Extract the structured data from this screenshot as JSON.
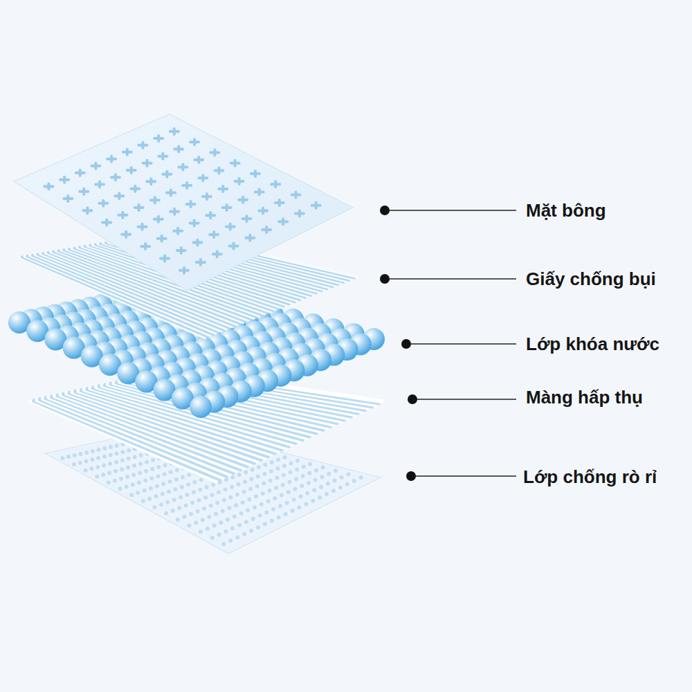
{
  "diagram": {
    "labels": [
      "Mặt bông",
      "Giấy chống bụi",
      "Lớp khóa nước",
      "Màng hấp thụ",
      "Lớp chống rò rỉ"
    ]
  }
}
